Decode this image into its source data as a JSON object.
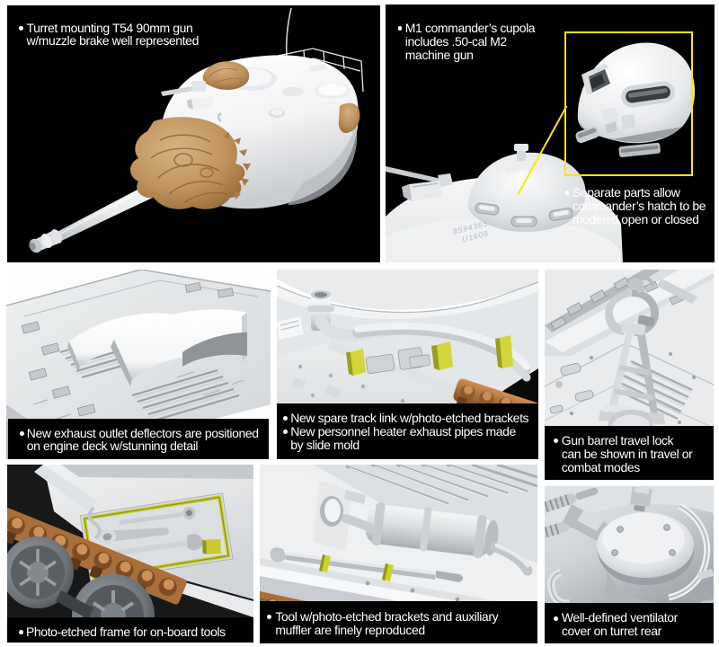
{
  "page": {
    "type": "model-kit feature sheet",
    "background": "#ffffff",
    "panel_background": "#000000",
    "label_text_color": "#ffffff",
    "highlight_yellow": "#ffe60a",
    "photo_etch_yellow": "#ccd12f",
    "track_brown": "#b4713a",
    "canvas_tan": "#c59e6b"
  },
  "panels": {
    "turret": {
      "render": "white CAD render of tank turret with long 90mm gun barrel, muzzle brake and tan canvas mantlet cover on black background",
      "label": {
        "lines": [
          "Turret mounting T54 90mm gun",
          "w/muzzle brake well represented"
        ]
      }
    },
    "cupola": {
      "render": "white CAD render of turret roof with M1 commander’s cupola and .50-cal machine gun, inset detail of separate cupola shell and hatch parts in yellow box",
      "label": {
        "lines": [
          "M1 commander’s cupola",
          "includes .50-cal M2",
          "machine gun"
        ]
      },
      "callout": {
        "lines": [
          "Separate parts allow",
          "commander’s hatch to be",
          "modeled open or closed"
        ]
      },
      "part_marking_line1": "8594365",
      "part_marking_line2": "U1608"
    },
    "exhaust": {
      "render": "light gray CAD render of engine deck with two curved exhaust outlet deflectors over louvered grilles",
      "label": {
        "lines": [
          "New exhaust outlet deflectors are positioned",
          "on engine deck w/stunning detail"
        ]
      }
    },
    "spare_track": {
      "render": "light gray CAD render of rear hull plate with personnel heater exhaust pipes, yellow photo-etched brackets, spare track link and brown track run",
      "labels": [
        {
          "lines": [
            "New spare track link w/photo-etched brackets"
          ]
        },
        {
          "lines": [
            "New personnel heater exhaust pipes made",
            "by slide mold"
          ]
        }
      ]
    },
    "travel_lock": {
      "render": "light gray CAD render of rear engine deck with A-frame gun barrel travel lock",
      "label": {
        "lines": [
          "Gun barrel travel lock",
          "can be shown in travel or",
          "combat modes"
        ]
      }
    },
    "tools": {
      "render": "CAD render of hull sponson with yellow photo-etched tool frame, on-board tools, brown track links and dark road wheels",
      "label": {
        "lines": [
          "Photo-etched frame for on-board tools"
        ]
      }
    },
    "muffler": {
      "render": "light gray CAD render of fender with tool held by yellow photo-etched brackets and auxiliary muffler, brown track at lower left",
      "label": {
        "lines": [
          "Tool w/photo-etched brackets and auxiliary",
          "muffler are finely reproduced"
        ]
      }
    },
    "ventilator": {
      "render": "gray CAD render close-up of domed ventilator cover with guard rail on turret rear",
      "label": {
        "lines": [
          "Well-defined ventilator",
          "cover on turret rear"
        ]
      }
    }
  }
}
